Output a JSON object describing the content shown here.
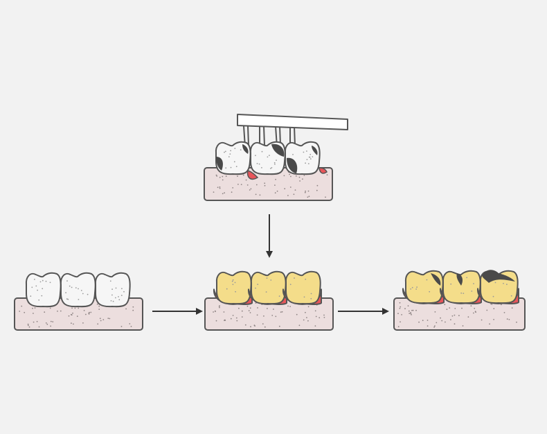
{
  "diagram": {
    "background": "#f2f2f2",
    "colors": {
      "outline": "#555555",
      "gum": "#ecdede",
      "gum_speckle": "#8e8484",
      "healthy_tooth": "#f6f6f6",
      "tooth_speckle": "#9a9a9a",
      "plaque_tooth": "#f4dd8a",
      "inflamed_gum": "#e8555a",
      "decay": "#4a4a4a",
      "brush": "#ffffff",
      "arrow": "#333333"
    },
    "panels": [
      {
        "id": "healthy",
        "name": "healthy-teeth-panel",
        "tooth_fill": "healthy",
        "inflamed": false,
        "decay": "none"
      },
      {
        "id": "plaque",
        "name": "plaque-gingivitis-panel",
        "tooth_fill": "plaque",
        "inflamed": true,
        "decay": "none"
      },
      {
        "id": "decay",
        "name": "decayed-periodontitis-panel",
        "tooth_fill": "plaque",
        "inflamed": true,
        "decay": "top"
      },
      {
        "id": "brushing",
        "name": "brushing-panel",
        "tooth_fill": "healthy",
        "inflamed": "small",
        "decay": "sides",
        "toothbrush": true
      }
    ],
    "arrows": [
      {
        "name": "arrow-brushing-to-plaque",
        "from": "brushing",
        "to": "plaque",
        "direction": "down"
      },
      {
        "name": "arrow-healthy-to-plaque",
        "from": "healthy",
        "to": "plaque",
        "direction": "right"
      },
      {
        "name": "arrow-plaque-to-decay",
        "from": "plaque",
        "to": "decay",
        "direction": "right"
      }
    ]
  }
}
